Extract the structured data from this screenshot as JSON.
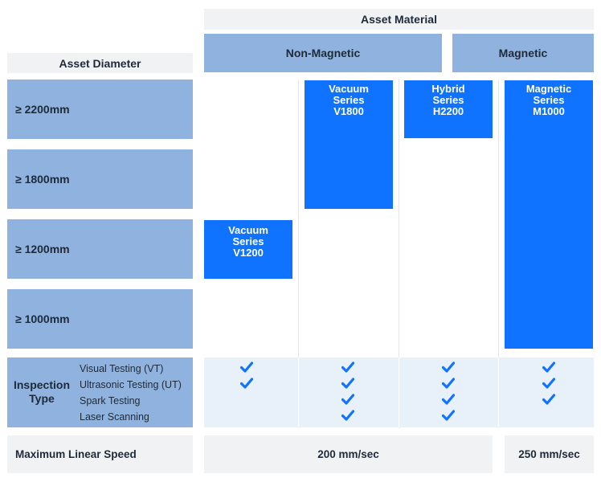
{
  "header": {
    "asset_material": "Asset Material",
    "non_magnetic": "Non-Magnetic",
    "magnetic": "Magnetic",
    "asset_diameter": "Asset Diameter"
  },
  "diameters": [
    "≥ 2200mm",
    "≥ 1800mm",
    "≥ 1200mm",
    "≥ 1000mm"
  ],
  "products": [
    {
      "line1": "Vacuum",
      "line2": "Series",
      "line3": "V1800"
    },
    {
      "line1": "Hybrid",
      "line2": "Series",
      "line3": "H2200"
    },
    {
      "line1": "Magnetic",
      "line2": "Series",
      "line3": "M1000"
    },
    {
      "line1": "Vacuum",
      "line2": "Series",
      "line3": "V1200"
    }
  ],
  "inspection": {
    "title_line1": "Inspection",
    "title_line2": "Type",
    "tests": [
      "Visual Testing (VT)",
      "Ultrasonic Testing (UT)",
      "Spark Testing",
      "Laser Scanning"
    ],
    "support": {
      "V1200": [
        true,
        true,
        false,
        false
      ],
      "V1800": [
        true,
        true,
        true,
        true
      ],
      "H2200": [
        true,
        true,
        true,
        true
      ],
      "M1000": [
        true,
        true,
        true,
        false
      ]
    }
  },
  "speed": {
    "label": "Maximum Linear Speed",
    "nonmagnetic_value": "200 mm/sec",
    "magnetic_value": "250 mm/sec"
  },
  "colors": {
    "product_blue": "#0f73ff",
    "header_blue": "#8fb3de",
    "check_blue": "#0f73ff"
  }
}
